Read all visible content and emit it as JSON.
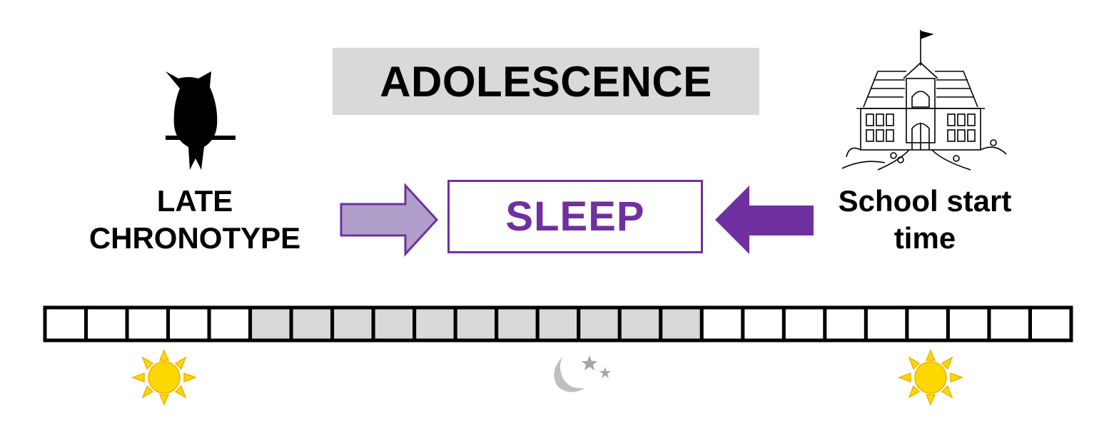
{
  "title": "ADOLESCENCE",
  "left_label": {
    "line1": "LATE",
    "line2": "CHRONOTYPE"
  },
  "center_label": "SLEEP",
  "right_label": {
    "line1": "School start",
    "line2": "time"
  },
  "icons": {
    "left": "owl-icon",
    "right": "school-building-icon",
    "day_start": "sun-icon",
    "night": "moon-stars-icon",
    "day_end": "sun-icon"
  },
  "timeline": {
    "cells": [
      0,
      0,
      0,
      0,
      0,
      1,
      1,
      1,
      1,
      1,
      1,
      1,
      1,
      1,
      1,
      1,
      0,
      0,
      0,
      0,
      0,
      0,
      0,
      0,
      0
    ]
  },
  "colors": {
    "accent": "#7030a0",
    "arrow_light": "#b09fca",
    "title_bg": "#d9d9d9",
    "sleep_cell": "#d9d9d9",
    "sun": "#ffd700",
    "moon": "#bfbfbf"
  }
}
